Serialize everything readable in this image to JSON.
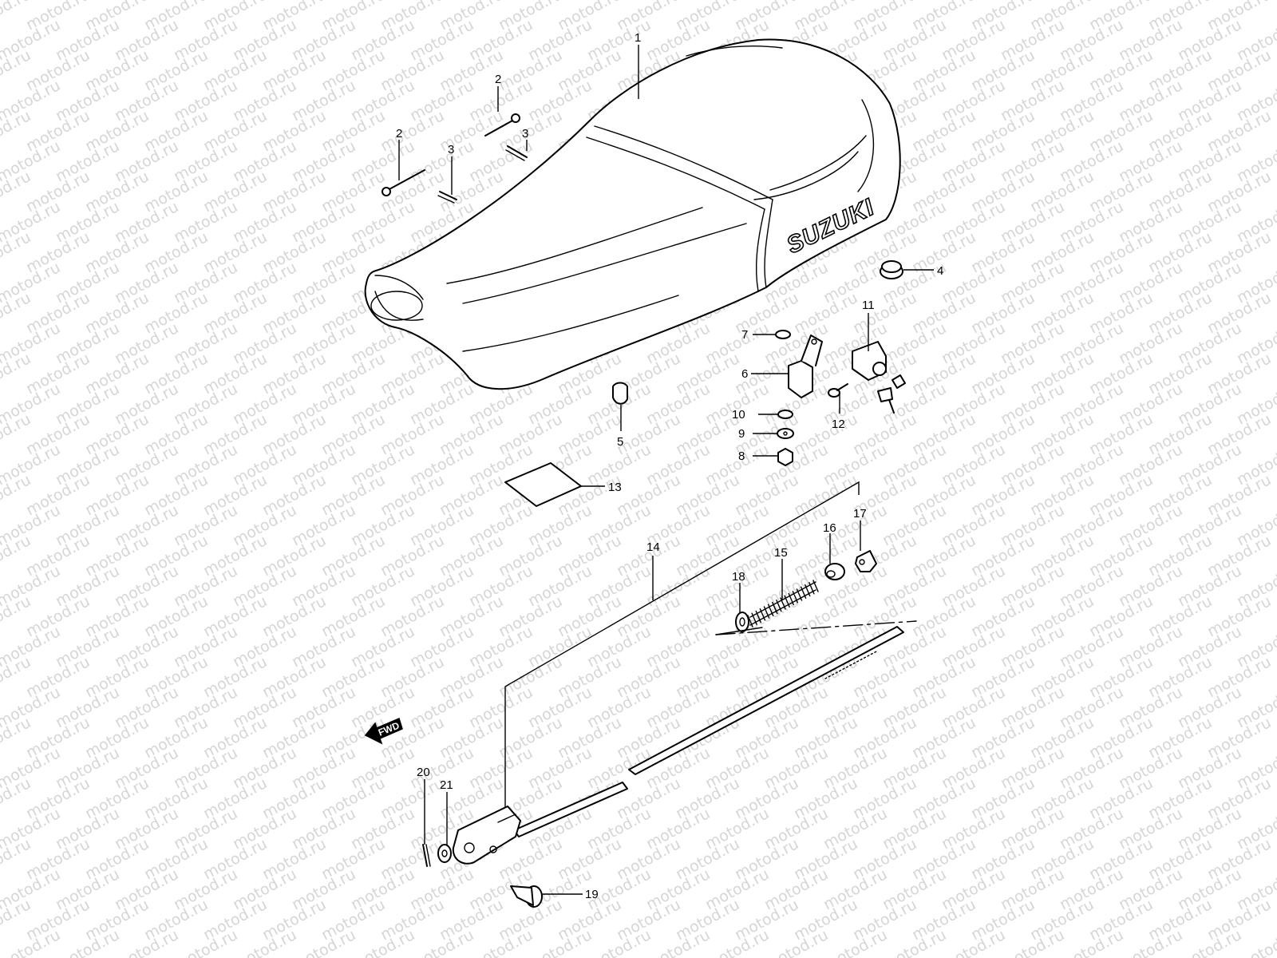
{
  "watermark": {
    "text": "motod.ru"
  },
  "seat_brand": "SUZUKI",
  "direction_label": "FWD",
  "colors": {
    "line": "#000000",
    "background": "#ffffff",
    "watermark": "#d6d6d6"
  },
  "callouts": [
    {
      "id": "c1",
      "label": "1"
    },
    {
      "id": "c2a",
      "label": "2"
    },
    {
      "id": "c2b",
      "label": "2"
    },
    {
      "id": "c3a",
      "label": "3"
    },
    {
      "id": "c3b",
      "label": "3"
    },
    {
      "id": "c4",
      "label": "4"
    },
    {
      "id": "c5",
      "label": "5"
    },
    {
      "id": "c6",
      "label": "6"
    },
    {
      "id": "c7",
      "label": "7"
    },
    {
      "id": "c8",
      "label": "8"
    },
    {
      "id": "c9",
      "label": "9"
    },
    {
      "id": "c10",
      "label": "10"
    },
    {
      "id": "c11",
      "label": "11"
    },
    {
      "id": "c12",
      "label": "12"
    },
    {
      "id": "c13",
      "label": "13"
    },
    {
      "id": "c14",
      "label": "14"
    },
    {
      "id": "c15",
      "label": "15"
    },
    {
      "id": "c16",
      "label": "16"
    },
    {
      "id": "c17",
      "label": "17"
    },
    {
      "id": "c18",
      "label": "18"
    },
    {
      "id": "c19",
      "label": "19"
    },
    {
      "id": "c20",
      "label": "20"
    },
    {
      "id": "c21",
      "label": "21"
    }
  ]
}
